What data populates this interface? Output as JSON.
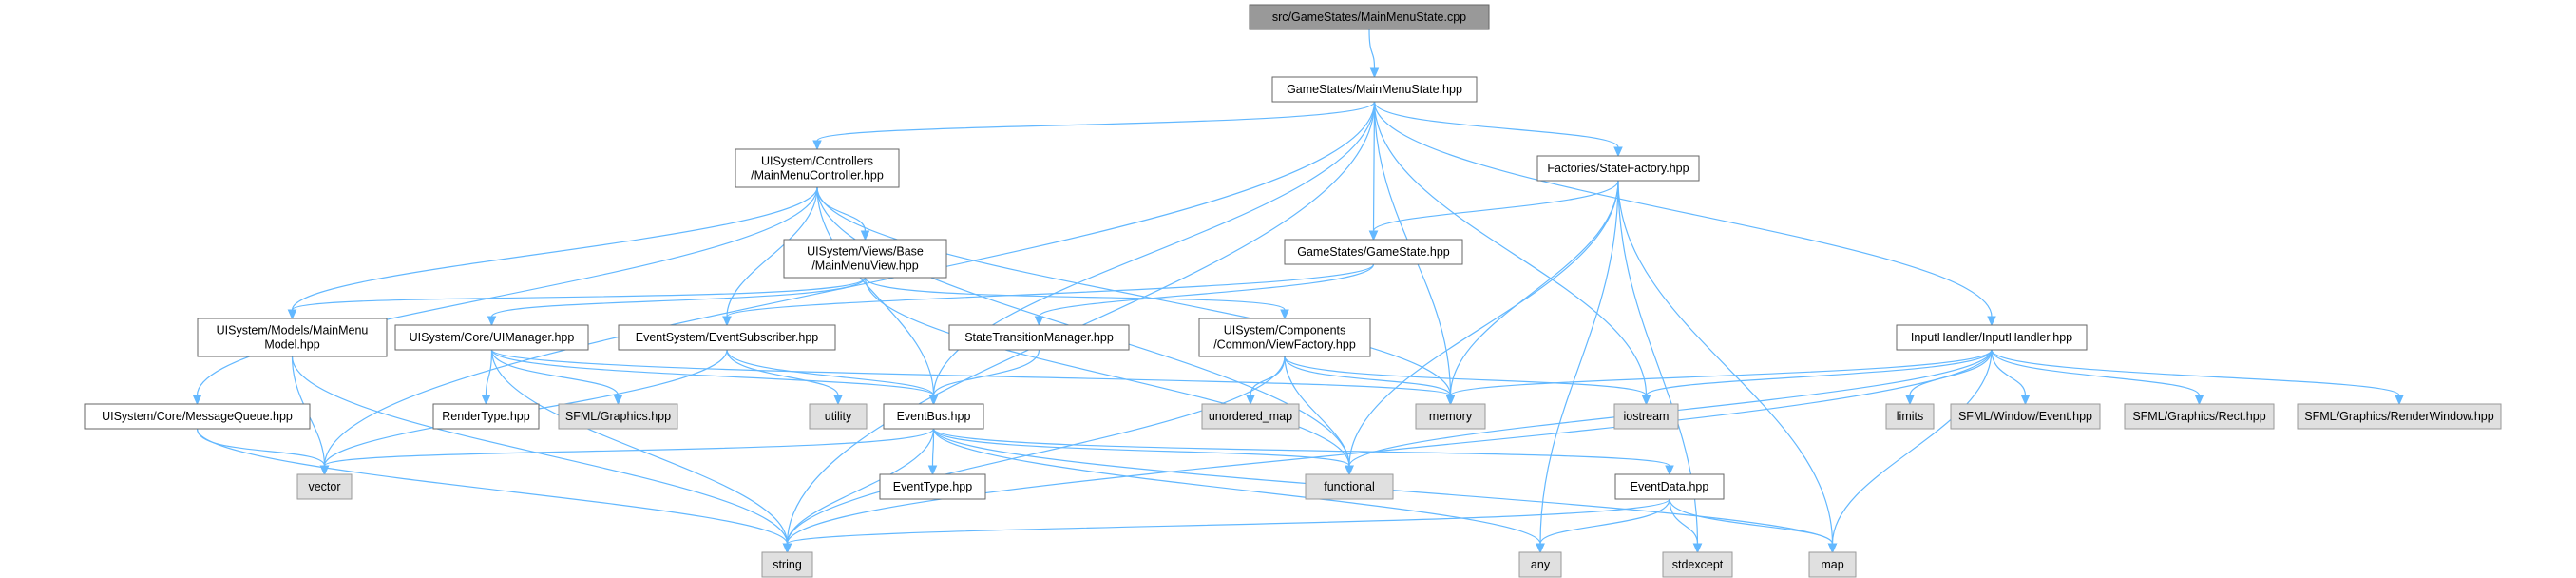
{
  "diagram": {
    "nodes": [
      {
        "id": "main_cpp",
        "kind": "root",
        "lines": [
          "src/GameStates/MainMenuState.cpp"
        ]
      },
      {
        "id": "mms_hpp",
        "kind": "internal",
        "lines": [
          "GameStates/MainMenuState.hpp"
        ]
      },
      {
        "id": "mmc_hpp",
        "kind": "internal",
        "lines": [
          "UISystem/Controllers",
          "/MainMenuController.hpp"
        ]
      },
      {
        "id": "sf_hpp",
        "kind": "internal",
        "lines": [
          "Factories/StateFactory.hpp"
        ]
      },
      {
        "id": "mmv_hpp",
        "kind": "internal",
        "lines": [
          "UISystem/Views/Base",
          "/MainMenuView.hpp"
        ]
      },
      {
        "id": "gs_hpp",
        "kind": "internal",
        "lines": [
          "GameStates/GameState.hpp"
        ]
      },
      {
        "id": "mmm_hpp",
        "kind": "internal",
        "lines": [
          "UISystem/Models/MainMenu",
          "Model.hpp"
        ]
      },
      {
        "id": "uim_hpp",
        "kind": "internal",
        "lines": [
          "UISystem/Core/UIManager.hpp"
        ]
      },
      {
        "id": "es_hpp",
        "kind": "internal",
        "lines": [
          "EventSystem/EventSubscriber.hpp"
        ]
      },
      {
        "id": "stm_hpp",
        "kind": "internal",
        "lines": [
          "StateTransitionManager.hpp"
        ]
      },
      {
        "id": "vf_hpp",
        "kind": "internal",
        "lines": [
          "UISystem/Components",
          "/Common/ViewFactory.hpp"
        ]
      },
      {
        "id": "ih_hpp",
        "kind": "internal",
        "lines": [
          "InputHandler/InputHandler.hpp"
        ]
      },
      {
        "id": "mq_hpp",
        "kind": "internal",
        "lines": [
          "UISystem/Core/MessageQueue.hpp"
        ]
      },
      {
        "id": "rt_hpp",
        "kind": "internal",
        "lines": [
          "RenderType.hpp"
        ]
      },
      {
        "id": "sfg_hpp",
        "kind": "leaf",
        "lines": [
          "SFML/Graphics.hpp"
        ]
      },
      {
        "id": "utility",
        "kind": "leaf",
        "lines": [
          "utility"
        ]
      },
      {
        "id": "eb_hpp",
        "kind": "internal",
        "lines": [
          "EventBus.hpp"
        ]
      },
      {
        "id": "umap",
        "kind": "leaf",
        "lines": [
          "unordered_map"
        ]
      },
      {
        "id": "memory",
        "kind": "leaf",
        "lines": [
          "memory"
        ]
      },
      {
        "id": "iostream",
        "kind": "leaf",
        "lines": [
          "iostream"
        ]
      },
      {
        "id": "limits",
        "kind": "leaf",
        "lines": [
          "limits"
        ]
      },
      {
        "id": "sfwe_hpp",
        "kind": "leaf",
        "lines": [
          "SFML/Window/Event.hpp"
        ]
      },
      {
        "id": "sfgr_hpp",
        "kind": "leaf",
        "lines": [
          "SFML/Graphics/Rect.hpp"
        ]
      },
      {
        "id": "sfrw_hpp",
        "kind": "leaf",
        "lines": [
          "SFML/Graphics/RenderWindow.hpp"
        ]
      },
      {
        "id": "vector",
        "kind": "leaf",
        "lines": [
          "vector"
        ]
      },
      {
        "id": "et_hpp",
        "kind": "internal",
        "lines": [
          "EventType.hpp"
        ]
      },
      {
        "id": "functional",
        "kind": "leaf",
        "lines": [
          "functional"
        ]
      },
      {
        "id": "ed_hpp",
        "kind": "internal",
        "lines": [
          "EventData.hpp"
        ]
      },
      {
        "id": "string",
        "kind": "leaf",
        "lines": [
          "string"
        ]
      },
      {
        "id": "any",
        "kind": "leaf",
        "lines": [
          "any"
        ]
      },
      {
        "id": "stdexcept",
        "kind": "leaf",
        "lines": [
          "stdexcept"
        ]
      },
      {
        "id": "map",
        "kind": "leaf",
        "lines": [
          "map"
        ]
      }
    ],
    "edges": [
      {
        "from": "main_cpp",
        "to": "mms_hpp"
      },
      {
        "from": "mms_hpp",
        "to": "mmc_hpp"
      },
      {
        "from": "mms_hpp",
        "to": "sf_hpp"
      },
      {
        "from": "mms_hpp",
        "to": "gs_hpp"
      },
      {
        "from": "mms_hpp",
        "to": "ih_hpp"
      },
      {
        "from": "mms_hpp",
        "to": "eb_hpp"
      },
      {
        "from": "mms_hpp",
        "to": "memory"
      },
      {
        "from": "mms_hpp",
        "to": "iostream"
      },
      {
        "from": "mms_hpp",
        "to": "vector"
      },
      {
        "from": "mms_hpp",
        "to": "string"
      },
      {
        "from": "mmc_hpp",
        "to": "mmv_hpp"
      },
      {
        "from": "mmc_hpp",
        "to": "mmm_hpp"
      },
      {
        "from": "mmc_hpp",
        "to": "mq_hpp"
      },
      {
        "from": "mmc_hpp",
        "to": "es_hpp"
      },
      {
        "from": "mmc_hpp",
        "to": "eb_hpp"
      },
      {
        "from": "mmc_hpp",
        "to": "memory"
      },
      {
        "from": "mmc_hpp",
        "to": "functional"
      },
      {
        "from": "mmv_hpp",
        "to": "mmm_hpp"
      },
      {
        "from": "mmv_hpp",
        "to": "uim_hpp"
      },
      {
        "from": "mmv_hpp",
        "to": "vf_hpp"
      },
      {
        "from": "mmv_hpp",
        "to": "functional"
      },
      {
        "from": "sf_hpp",
        "to": "gs_hpp"
      },
      {
        "from": "sf_hpp",
        "to": "memory"
      },
      {
        "from": "sf_hpp",
        "to": "functional"
      },
      {
        "from": "sf_hpp",
        "to": "map"
      },
      {
        "from": "sf_hpp",
        "to": "any"
      },
      {
        "from": "sf_hpp",
        "to": "stdexcept"
      },
      {
        "from": "gs_hpp",
        "to": "es_hpp"
      },
      {
        "from": "gs_hpp",
        "to": "stm_hpp"
      },
      {
        "from": "mmm_hpp",
        "to": "vector"
      },
      {
        "from": "mmm_hpp",
        "to": "string"
      },
      {
        "from": "uim_hpp",
        "to": "rt_hpp"
      },
      {
        "from": "uim_hpp",
        "to": "sfg_hpp"
      },
      {
        "from": "uim_hpp",
        "to": "eb_hpp"
      },
      {
        "from": "uim_hpp",
        "to": "memory"
      },
      {
        "from": "uim_hpp",
        "to": "string"
      },
      {
        "from": "es_hpp",
        "to": "utility"
      },
      {
        "from": "es_hpp",
        "to": "eb_hpp"
      },
      {
        "from": "es_hpp",
        "to": "vector"
      },
      {
        "from": "stm_hpp",
        "to": "eb_hpp"
      },
      {
        "from": "vf_hpp",
        "to": "umap"
      },
      {
        "from": "vf_hpp",
        "to": "memory"
      },
      {
        "from": "vf_hpp",
        "to": "functional"
      },
      {
        "from": "vf_hpp",
        "to": "string"
      },
      {
        "from": "vf_hpp",
        "to": "iostream"
      },
      {
        "from": "ih_hpp",
        "to": "memory"
      },
      {
        "from": "ih_hpp",
        "to": "iostream"
      },
      {
        "from": "ih_hpp",
        "to": "limits"
      },
      {
        "from": "ih_hpp",
        "to": "sfwe_hpp"
      },
      {
        "from": "ih_hpp",
        "to": "sfgr_hpp"
      },
      {
        "from": "ih_hpp",
        "to": "sfrw_hpp"
      },
      {
        "from": "ih_hpp",
        "to": "functional"
      },
      {
        "from": "ih_hpp",
        "to": "string"
      },
      {
        "from": "ih_hpp",
        "to": "map"
      },
      {
        "from": "mq_hpp",
        "to": "vector"
      },
      {
        "from": "mq_hpp",
        "to": "string"
      },
      {
        "from": "eb_hpp",
        "to": "vector"
      },
      {
        "from": "eb_hpp",
        "to": "et_hpp"
      },
      {
        "from": "eb_hpp",
        "to": "functional"
      },
      {
        "from": "eb_hpp",
        "to": "ed_hpp"
      },
      {
        "from": "eb_hpp",
        "to": "string"
      },
      {
        "from": "eb_hpp",
        "to": "map"
      },
      {
        "from": "eb_hpp",
        "to": "any"
      },
      {
        "from": "ed_hpp",
        "to": "string"
      },
      {
        "from": "ed_hpp",
        "to": "any"
      },
      {
        "from": "ed_hpp",
        "to": "stdexcept"
      },
      {
        "from": "ed_hpp",
        "to": "map"
      }
    ]
  }
}
